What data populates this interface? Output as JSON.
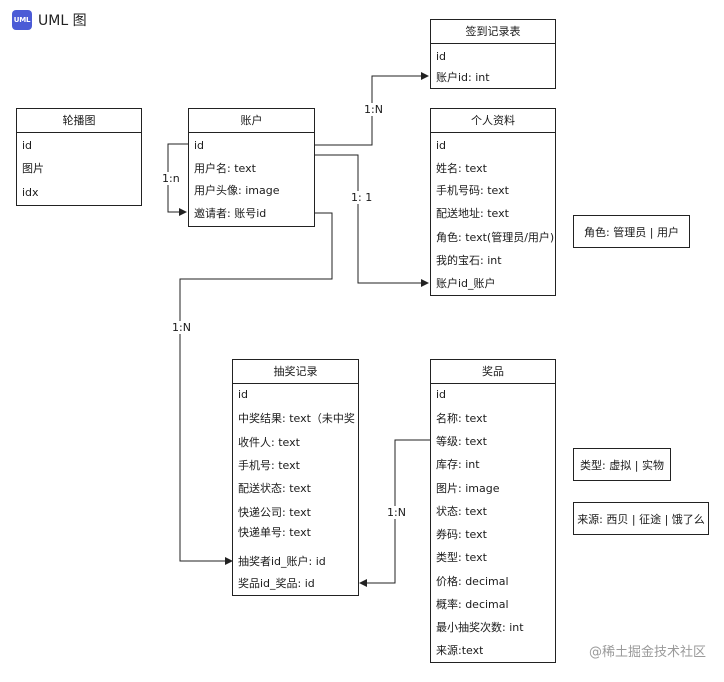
{
  "app": {
    "title": "UML 图",
    "logo_text": "UML",
    "logo_color": "#4b5bd6"
  },
  "entities": {
    "checkin": {
      "name": "签到记录表",
      "fields": [
        "id",
        "账户id: int"
      ]
    },
    "carousel": {
      "name": "轮播图",
      "fields": [
        "id",
        "图片",
        "idx"
      ]
    },
    "account": {
      "name": "账户",
      "fields": [
        "id",
        "用户名:  text",
        "用户头像:  image",
        "邀请者: 账号id"
      ]
    },
    "profile": {
      "name": "个人资料",
      "fields": [
        "id",
        "姓名:  text",
        "手机号码:  text",
        "配送地址:  text",
        "角色:  text(管理员/用户)",
        "我的宝石:  int",
        "账户id_账户"
      ]
    },
    "lottery": {
      "name": "抽奖记录",
      "fields": [
        "id",
        "中奖结果: text（未中奖、",
        "收件人: text",
        "手机号: text",
        "配送状态: text",
        "快递公司: text",
        "快递单号: text",
        "抽奖者id_账户: id",
        "奖品id_奖品: id"
      ]
    },
    "prize": {
      "name": "奖品",
      "fields": [
        "id",
        "名称: text",
        "等级: text",
        "库存: int",
        "图片: image",
        "状态: text",
        "券码: text",
        "类型: text",
        "价格:  decimal",
        "概率: decimal",
        "最小抽奖次数: int",
        "来源:text"
      ]
    }
  },
  "notes": {
    "role": "角色:  管理员 | 用户",
    "type": "类型:  虚拟 | 实物",
    "source": "来源:  西贝 | 征途 | 饿了么"
  },
  "edges": {
    "account_checkin": "1:N",
    "account_profile": "1:  1",
    "account_self": "1:n",
    "account_lottery": "1:N",
    "prize_lottery": "1:N"
  },
  "watermark": "@稀土掘金技术社区"
}
